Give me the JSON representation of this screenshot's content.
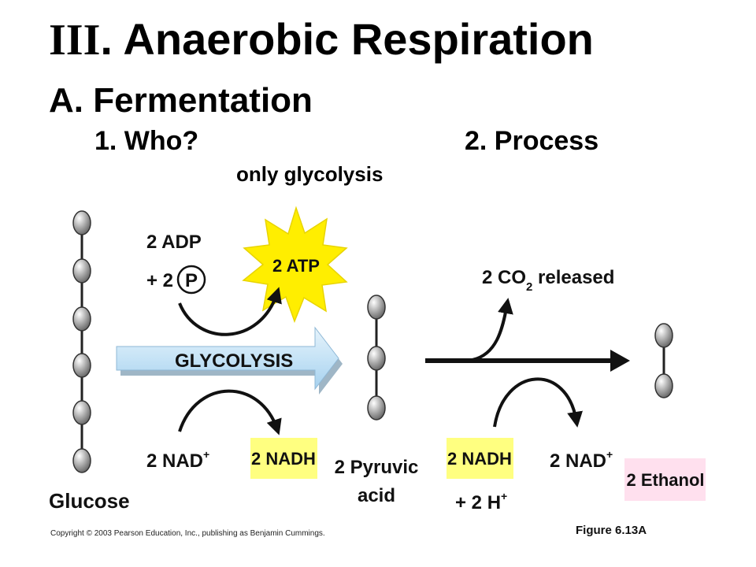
{
  "slide": {
    "title_roman": "III",
    "title_rest": ". Anaerobic Respiration",
    "section": "A. Fermentation",
    "point_1": "1. Who?",
    "point_2": "2. Process",
    "note": "only glycolysis"
  },
  "figure": {
    "adp": "2 ADP",
    "plus_two": "+ 2",
    "phosphate": "P",
    "atp": "2 ATP",
    "glycolysis": "GLYCOLYSIS",
    "nad_left": "2 NAD",
    "nad_left_sup": "+",
    "nadh_left": "2 NADH",
    "glucose": "Glucose",
    "pyruvic_1": "2 Pyruvic",
    "pyruvic_2": "acid",
    "co2_pre": "2 CO",
    "co2_sub": "2",
    "co2_post": " released",
    "nadh_right": "2 NADH",
    "plus_2h": "+ 2 H",
    "plus_2h_sup": "+",
    "nad_right": "2 NAD",
    "nad_right_sup": "+",
    "ethanol": "2 Ethanol",
    "copyright": "Copyright © 2003 Pearson Education, Inc., publishing as Benjamin Cummings.",
    "figure_label": "Figure 6.13A"
  },
  "colors": {
    "nadh_box": "#ffff80",
    "ethanol_box": "#ffe0ee",
    "atp_star": "#ffee00",
    "glycolysis_arrow": "#cce7f7",
    "molecule": "#aaaaaa"
  }
}
